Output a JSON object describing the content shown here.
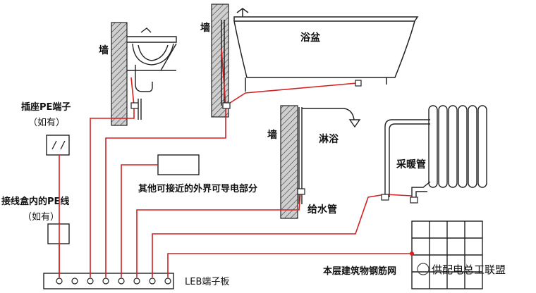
{
  "labels": {
    "wall_1": "墙",
    "wall_2": "墙",
    "wall_3": "墙",
    "bathtub": "浴盆",
    "shower": "淋浴",
    "heating_pipe": "采暖管",
    "water_pipe": "给水管",
    "socket_pe_line1": "插座PE端子",
    "socket_pe_line2": "（如有）",
    "junction_pe_line1": "接线盒内的PE线",
    "junction_pe_line2": "（如有）",
    "other_parts": "其他可接近的外界可导电部分",
    "leb_board": "LEB端子板",
    "rebar_mesh": "本层建筑物钢筋网",
    "watermark": "供配电总工联盟"
  },
  "colors": {
    "bonding_line": "#d42020",
    "drawing_line": "#222222",
    "wall_fill": "#c8c8c8",
    "background": "#ffffff"
  }
}
